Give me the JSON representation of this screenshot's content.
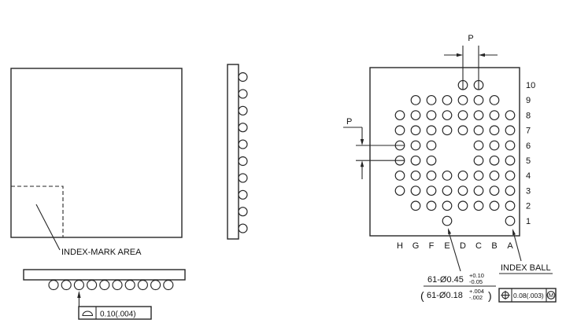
{
  "labels": {
    "index_mark_area": "INDEX-MARK AREA",
    "index_ball": "INDEX BALL",
    "pitch_top": "P",
    "pitch_left": "P"
  },
  "coplanarity_frame": {
    "value": "0.10(.004)"
  },
  "ball_callout": {
    "line1": "61-Ø0.45",
    "line1_plus": "+0.10",
    "line1_minus": "-0.05",
    "line2_open": "(",
    "line2": "61-Ø0.18",
    "line2_plus": "+.004",
    "line2_minus": "-.002",
    "line2_close": ")"
  },
  "position_frame": {
    "value": "0.08(.003)",
    "modifier": "M"
  },
  "bottom_view": {
    "columns": [
      "H",
      "G",
      "F",
      "E",
      "D",
      "C",
      "B",
      "A"
    ],
    "rows": [
      {
        "label": "10",
        "balls": [
          "D",
          "C"
        ]
      },
      {
        "label": "9",
        "balls": [
          "G",
          "F",
          "E",
          "D",
          "C",
          "B"
        ]
      },
      {
        "label": "8",
        "balls": [
          "H",
          "G",
          "F",
          "E",
          "D",
          "C",
          "B",
          "A"
        ]
      },
      {
        "label": "7",
        "balls": [
          "H",
          "G",
          "F",
          "E",
          "D",
          "C",
          "B",
          "A"
        ]
      },
      {
        "label": "6",
        "balls": [
          "H",
          "G",
          "F",
          "C",
          "B",
          "A"
        ]
      },
      {
        "label": "5",
        "balls": [
          "H",
          "G",
          "F",
          "C",
          "B",
          "A"
        ]
      },
      {
        "label": "4",
        "balls": [
          "H",
          "G",
          "F",
          "E",
          "D",
          "C",
          "B",
          "A"
        ]
      },
      {
        "label": "3",
        "balls": [
          "H",
          "G",
          "F",
          "E",
          "D",
          "C",
          "B",
          "A"
        ]
      },
      {
        "label": "2",
        "balls": [
          "G",
          "F",
          "E",
          "D",
          "C",
          "B",
          "A"
        ]
      },
      {
        "label": "1",
        "balls": [
          "E",
          "A"
        ]
      }
    ]
  },
  "side_view": {
    "bump_count": 10
  },
  "front_view": {
    "bump_count": 10
  },
  "colors": {
    "line": "#262626",
    "background": "#ffffff"
  }
}
